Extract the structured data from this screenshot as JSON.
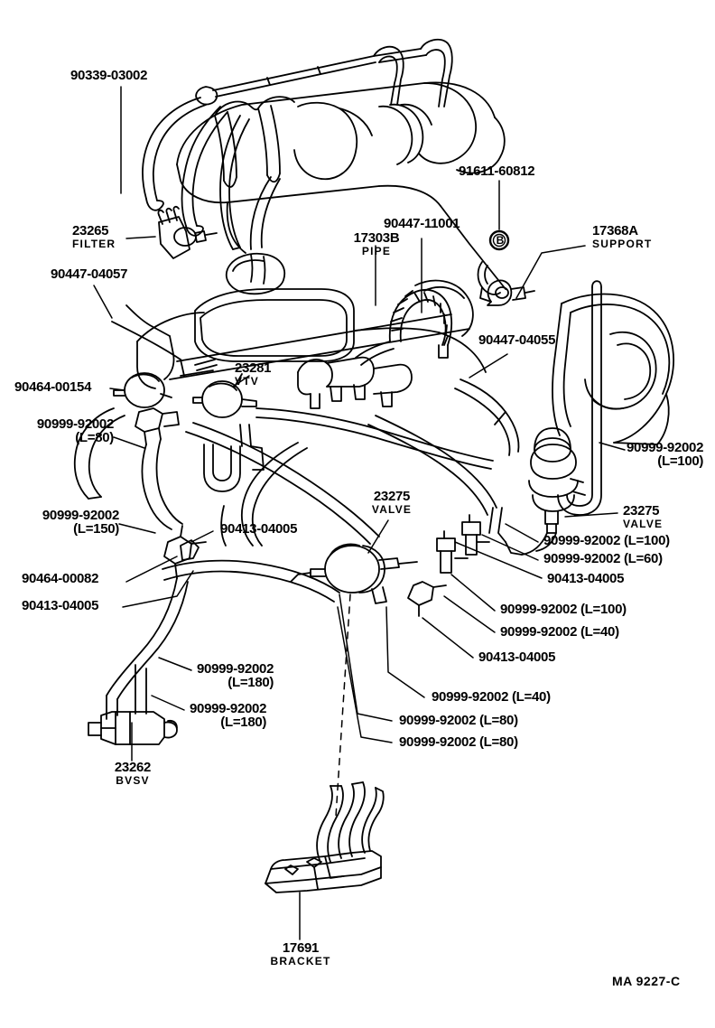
{
  "diagram": {
    "footer_code": "MA 9227-C",
    "stroke_color": "#000000",
    "background": "#ffffff"
  },
  "labels": [
    {
      "id": "l-90339-03002",
      "name": "part-label-90339-03002",
      "code": "90339-03002",
      "sub": ""
    },
    {
      "id": "l-23265",
      "name": "part-label-23265-filter",
      "code": "23265",
      "sub": "FILTER"
    },
    {
      "id": "l-90447-04057",
      "name": "part-label-90447-04057",
      "code": "90447-04057",
      "sub": ""
    },
    {
      "id": "l-90464-00154",
      "name": "part-label-90464-00154",
      "code": "90464-00154",
      "sub": ""
    },
    {
      "id": "l-17303B",
      "name": "part-label-17303b-pipe",
      "code": "17303B",
      "sub": "PIPE"
    },
    {
      "id": "l-90447-11001",
      "name": "part-label-90447-11001",
      "code": "90447-11001",
      "sub": ""
    },
    {
      "id": "l-91611-60812",
      "name": "part-label-91611-60812",
      "code": "91611-60812",
      "sub": ""
    },
    {
      "id": "l-17368A",
      "name": "part-label-17368a-support",
      "code": "17368A",
      "sub": "SUPPORT"
    },
    {
      "id": "l-90447-04055",
      "name": "part-label-90447-04055",
      "code": "90447-04055",
      "sub": ""
    },
    {
      "id": "l-23281",
      "name": "part-label-23281-vtv",
      "code": "23281",
      "sub": "VTV"
    },
    {
      "id": "l-hose-80a",
      "name": "part-label-90999-92002-l80",
      "code": "90999-92002",
      "sub2": "(L=80)"
    },
    {
      "id": "l-hose-150",
      "name": "part-label-90999-92002-l150",
      "code": "90999-92002",
      "sub2": "(L=150)"
    },
    {
      "id": "l-hose-100r",
      "name": "part-label-90999-92002-l100-right",
      "code": "90999-92002",
      "sub2": "(L=100)"
    },
    {
      "id": "l-90464-00082",
      "name": "part-label-90464-00082",
      "code": "90464-00082",
      "sub": ""
    },
    {
      "id": "l-90413-04005a",
      "name": "part-label-90413-04005-left",
      "code": "90413-04005",
      "sub": ""
    },
    {
      "id": "l-90413-04005b",
      "name": "part-label-90413-04005-center",
      "code": "90413-04005",
      "sub": ""
    },
    {
      "id": "l-23275c",
      "name": "part-label-23275-valve-center",
      "code": "23275",
      "sub": "VALVE"
    },
    {
      "id": "l-23275r",
      "name": "part-label-23275-valve-right",
      "code": "23275",
      "sub": "VALVE"
    },
    {
      "id": "l-hose-100b",
      "name": "part-label-90999-92002-l100-b",
      "code": "90999-92002 (L=100)"
    },
    {
      "id": "l-hose-60",
      "name": "part-label-90999-92002-l60",
      "code": "90999-92002 (L=60)"
    },
    {
      "id": "l-90413-04005c",
      "name": "part-label-90413-04005-right-upper",
      "code": "90413-04005"
    },
    {
      "id": "l-hose-100c",
      "name": "part-label-90999-92002-l100-c",
      "code": "90999-92002 (L=100)"
    },
    {
      "id": "l-hose-40a",
      "name": "part-label-90999-92002-l40-a",
      "code": "90999-92002 (L=40)"
    },
    {
      "id": "l-90413-04005d",
      "name": "part-label-90413-04005-right-lower",
      "code": "90413-04005"
    },
    {
      "id": "l-hose-40b",
      "name": "part-label-90999-92002-l40-b",
      "code": "90999-92002 (L=40)"
    },
    {
      "id": "l-hose-80b",
      "name": "part-label-90999-92002-l80-b",
      "code": "90999-92002 (L=80)"
    },
    {
      "id": "l-hose-80c",
      "name": "part-label-90999-92002-l80-c",
      "code": "90999-92002 (L=80)"
    },
    {
      "id": "l-hose-180a",
      "name": "part-label-90999-92002-l180-a",
      "code": "90999-92002",
      "sub2": "(L=180)"
    },
    {
      "id": "l-hose-180b",
      "name": "part-label-90999-92002-l180-b",
      "code": "90999-92002",
      "sub2": "(L=180)"
    },
    {
      "id": "l-23262",
      "name": "part-label-23262-bvsv",
      "code": "23262",
      "sub": "BVSV"
    },
    {
      "id": "l-17691",
      "name": "part-label-17691-bracket",
      "code": "17691",
      "sub": "BRACKET"
    }
  ],
  "callouts": {
    "c_90339_03002": "90339-03002",
    "c_23265": "23265",
    "c_23265_sub": "FILTER",
    "c_90447_04057": "90447-04057",
    "c_90464_00154": "90464-00154",
    "c_17303B": "17303B",
    "c_17303B_sub": "PIPE",
    "c_90447_11001": "90447-11001",
    "c_91611_60812": "91611-60812",
    "c_17368A": "17368A",
    "c_17368A_sub": "SUPPORT",
    "c_90447_04055": "90447-04055",
    "c_23281": "23281",
    "c_23281_sub": "VTV",
    "c_hose_80a": "90999-92002",
    "c_hose_80a_len": "(L=80)",
    "c_hose_150": "90999-92002",
    "c_hose_150_len": "(L=150)",
    "c_hose_100r": "90999-92002",
    "c_hose_100r_len": "(L=100)",
    "c_90464_00082": "90464-00082",
    "c_90413_04005a": "90413-04005",
    "c_90413_04005b": "90413-04005",
    "c_23275c": "23275",
    "c_23275c_sub": "VALVE",
    "c_23275r": "23275",
    "c_23275r_sub": "VALVE",
    "c_hose_100b": "90999-92002 (L=100)",
    "c_hose_60": "90999-92002 (L=60)",
    "c_90413_04005c": "90413-04005",
    "c_hose_100c": "90999-92002 (L=100)",
    "c_hose_40a": "90999-92002 (L=40)",
    "c_90413_04005d": "90413-04005",
    "c_hose_40b": "90999-92002 (L=40)",
    "c_hose_80b": "90999-92002 (L=80)",
    "c_hose_80c": "90999-92002 (L=80)",
    "c_hose_180a": "90999-92002",
    "c_hose_180a_len": "(L=180)",
    "c_hose_180b": "90999-92002",
    "c_hose_180b_len": "(L=180)",
    "c_23262": "23262",
    "c_23262_sub": "BVSV",
    "c_17691": "17691",
    "c_17691_sub": "BRACKET",
    "c_marker_b": "B",
    "c_footer": "MA  9227-C"
  }
}
